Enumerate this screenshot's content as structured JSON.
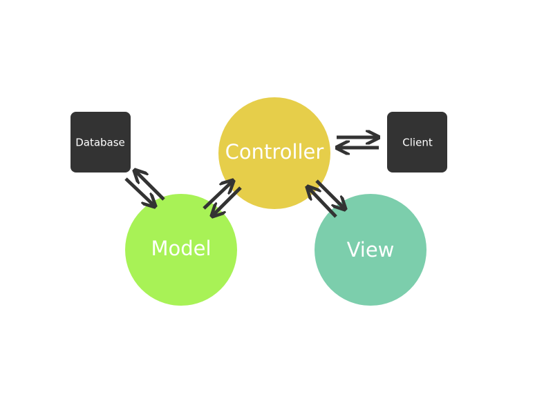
{
  "diagram": {
    "nodes": {
      "controller": {
        "label": "Controller",
        "shape": "circle",
        "color": "#E6CE4A"
      },
      "model": {
        "label": "Model",
        "shape": "circle",
        "color": "#A8F256"
      },
      "view": {
        "label": "View",
        "shape": "circle",
        "color": "#7CCEAC"
      },
      "database": {
        "label": "Database",
        "shape": "rounded-box",
        "color": "#333333"
      },
      "client": {
        "label": "Client",
        "shape": "rounded-box",
        "color": "#333333"
      }
    },
    "connections": [
      {
        "from": "controller",
        "to": "client"
      },
      {
        "from": "client",
        "to": "controller"
      },
      {
        "from": "database",
        "to": "model"
      },
      {
        "from": "model",
        "to": "database"
      },
      {
        "from": "model",
        "to": "controller"
      },
      {
        "from": "controller",
        "to": "model"
      },
      {
        "from": "controller",
        "to": "view"
      },
      {
        "from": "view",
        "to": "controller"
      }
    ],
    "arrow_color": "#333333",
    "label_color": "#FFFFFF"
  }
}
